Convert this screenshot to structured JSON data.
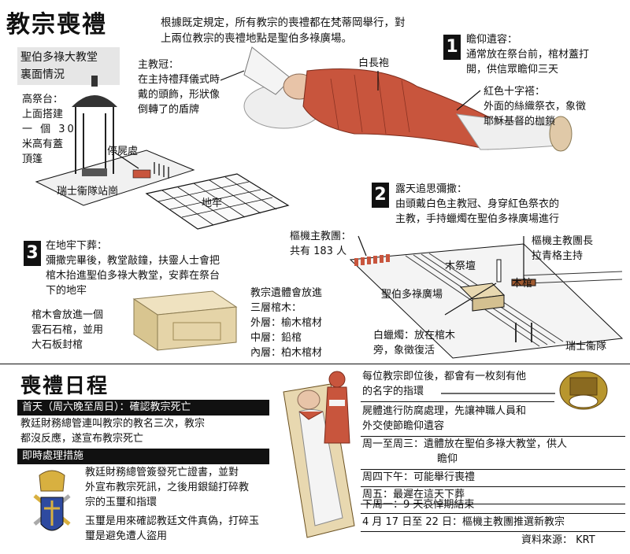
{
  "title": "教宗喪禮",
  "intro": [
    "根據既定規定，所有教宗的喪禮都在梵蒂岡舉行，對",
    "上兩位教宗的喪禮地點是聖伯多祿廣場。"
  ],
  "basilica": {
    "heading": [
      "聖伯多祿大教堂",
      "裏面情況"
    ],
    "altar": [
      "高祭台：",
      "上面搭建",
      "一 個 30",
      "米高有蓋",
      "頂篷"
    ],
    "bier_label": "停屍處",
    "guard_station": "瑞士衞隊站崗",
    "crypt": "地牢"
  },
  "mitre": [
    "主教冠：",
    "在主持禮拜儀式時",
    "戴的頭飾，形狀像",
    "倒轉了的盾牌"
  ],
  "white_robe": "白長袍",
  "pallium": [
    "紅色十字褡：",
    "外面的絲織祭衣，象徵",
    "耶穌基督的枷鎖"
  ],
  "step1": {
    "num": "1",
    "lines": [
      "瞻仰遺容：",
      "通常放在祭台前，棺材蓋打",
      "開，供信眾瞻仰三天"
    ]
  },
  "step2": {
    "num": "2",
    "lines": [
      "露天追思彌撒：",
      "由頭戴白色主教冠、身穿紅色祭衣的",
      "主教，手持蠟燭在聖伯多祿廣場進行"
    ]
  },
  "step3": {
    "num": "3",
    "lines": [
      "在地牢下葬：",
      "彌撒完畢後，教堂敲鐘，扶靈人士會把",
      "棺木抬進聖伯多祿大教堂，安葬在祭台",
      "下的地牢"
    ]
  },
  "sarcophagus": [
    "棺木會放進一個",
    "雲石石棺，並用",
    "大石板封棺"
  ],
  "coffins": [
    "教宗遺體會放進",
    "三層棺木：",
    "外層：榆木棺材",
    "中層：鉛棺",
    "內層：柏木棺材"
  ],
  "square": {
    "cardinals": [
      "樞機主教團：",
      "共有 183 人"
    ],
    "dean": [
      "樞機主教團長",
      "拉青格主持"
    ],
    "altar": "木祭壇",
    "coffin": "木棺",
    "square_name": "聖伯多祿廣場",
    "candle": [
      "白蠟燭：放在棺木",
      "旁，象徵復活"
    ],
    "guards": "瑞士衞隊"
  },
  "schedule": {
    "heading": "喪禮日程",
    "day1_bar": "首天（周六晚至周日）：確認教宗死亡",
    "day1_text": [
      "教廷財務總管連叫教宗的教名三次，教宗",
      "都沒反應，遂宣布教宗死亡"
    ],
    "measures_bar": "即時處理措施",
    "measures_text": [
      "教廷財務總管簽發死亡證書，並對",
      "外宣布教宗死訊，之後用銀鎚打碎教",
      "宗的玉璽和指環"
    ],
    "seal_text": [
      "玉璽是用來確認教廷文件真偽，打碎玉",
      "璽是避免遭人盜用"
    ],
    "ring_text": [
      "每位教宗即位後，都會有一枚刻有他",
      "的名字的指環"
    ],
    "embalm": [
      "屍體進行防腐處理，先讓神職人員和",
      "外交使節瞻仰遺容"
    ],
    "mon_wed": [
      "周一至周三：遺體放在聖伯多祿大教堂，供人",
      "瞻仰"
    ],
    "thu": "周四下午：可能舉行喪禮",
    "fri": "周五：最遲在這天下葬",
    "next_mon": "下周一：9 天哀悼期結束",
    "conclave": "4 月 17 日至 22 日：樞機主教團推選新教宗"
  },
  "source": "資料來源： KRT",
  "colors": {
    "robe_red": "#c8553d",
    "highlight_gray": "#e6e6e6",
    "ring_gold": "#b8962e"
  }
}
